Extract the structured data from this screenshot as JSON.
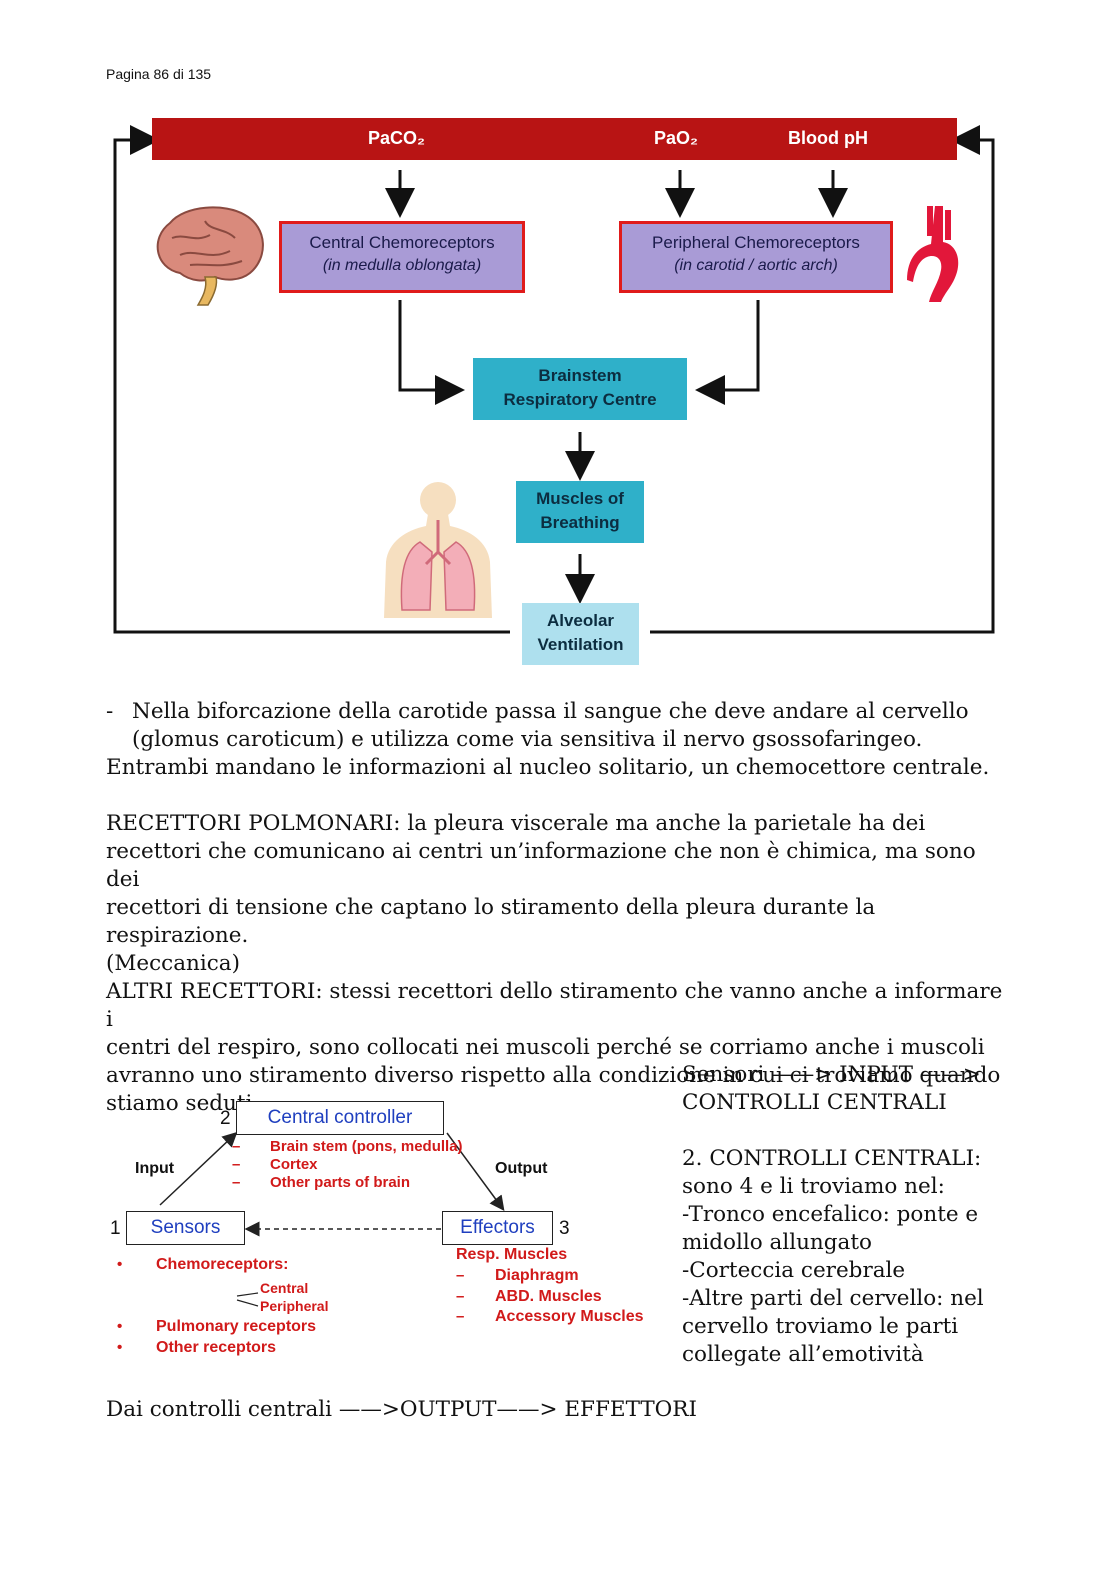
{
  "page_header": "Pagina 86 di 135",
  "diagram1": {
    "top_labels": [
      "PaCO₂",
      "PaO₂",
      "Blood pH"
    ],
    "central": {
      "title": "Central Chemoreceptors",
      "sub": "(in medulla oblongata)"
    },
    "peripheral": {
      "title": "Peripheral Chemoreceptors",
      "sub": "(in carotid / aortic arch)"
    },
    "brainstem": [
      "Brainstem",
      "Respiratory Centre"
    ],
    "muscles": [
      "Muscles of",
      "Breathing"
    ],
    "alveolar": [
      "Alveolar",
      "Ventilation"
    ],
    "icons": [
      "brain-icon",
      "aortic-arch-icon",
      "lungs-icon"
    ]
  },
  "paragraphs": {
    "bullet_line1": "Nella biforcazione della carotide passa il sangue che deve andare al cervello",
    "bullet_line2": "(glomus caroticum) e utilizza come via sensitiva il nervo gsossofaringeo.",
    "line3": "Entrambi mandano le informazioni al nucleo solitario, un chemocettore centrale.",
    "polmonari": [
      "RECETTORI POLMONARI: la pleura viscerale ma anche la parietale ha dei",
      "recettori che comunicano ai centri un’informazione che non è chimica, ma sono dei",
      "recettori di tensione che captano lo stiramento della pleura durante la respirazione.",
      "(Meccanica)"
    ],
    "altri": [
      "ALTRI RECETTORI: stessi recettori dello stiramento che vanno anche a informare i",
      "centri del respiro, sono collocati nei muscoli perché se corriamo anche i muscoli",
      "avranno uno stiramento diverso rispetto alla condizione in cui ci troviamo quando",
      "stiamo seduti."
    ],
    "bottom": "Dai controlli centrali ——>OUTPUT——> EFFETTORI"
  },
  "diagram2": {
    "num2": "2",
    "num1": "1",
    "num3": "3",
    "central_controller": "Central controller",
    "cc_items": [
      "Brain stem (pons, medulla)",
      "Cortex",
      "Other parts of brain"
    ],
    "input": "Input",
    "output": "Output",
    "sensors": "Sensors",
    "effectors": "Effectors",
    "sensor_items": [
      "Chemoreceptors:",
      "Pulmonary receptors",
      "Other receptors"
    ],
    "chemo_sub": [
      "Central",
      "Peripheral"
    ],
    "effector_head": "Resp. Muscles",
    "effector_items": [
      "Diaphragm",
      "ABD. Muscles",
      "Accessory Muscles"
    ]
  },
  "right_text": [
    "Sensori ——> INPUT ——>",
    "CONTROLLI CENTRALI",
    "2. CONTROLLI CENTRALI:",
    "sono 4 e li troviamo nel:",
    "-Tronco encefalico: ponte e",
    "midollo allungato",
    "-Corteccia cerebrale",
    "-Altre parti del cervello: nel",
    "cervello troviamo le parti",
    "collegate all’emotività"
  ],
  "colors": {
    "bar": "#b81414",
    "box_border": "#e01b1b",
    "box_fill": "#a99bd6",
    "cyan": "#2fb0c9",
    "light_cyan": "#aee0ee",
    "label_red": "#d11a1a",
    "label_blue": "#1f3fbf"
  }
}
